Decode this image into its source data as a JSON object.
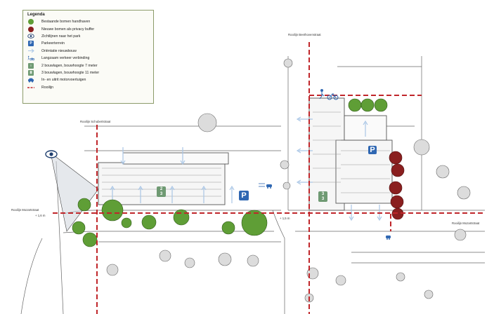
{
  "legend": {
    "title": "Legenda",
    "items": [
      {
        "icon": "existing-tree-icon",
        "label": "Bestaande bomen handhaven",
        "color": "#5f9e36"
      },
      {
        "icon": "new-tree-icon",
        "label": "Nieuwe bomen als privacy buffer",
        "color": "#8a1f1f"
      },
      {
        "icon": "eye-icon",
        "label": "Zichtlijnen naar het park",
        "color": "#2f67b2"
      },
      {
        "icon": "parking-icon",
        "label": "Parkeerterrein",
        "color": "#2f67b2",
        "glyph": "P"
      },
      {
        "icon": "arrow-icon",
        "label": "Oriëntatie nieuwbouw",
        "color": "#a9c6e6"
      },
      {
        "icon": "cyclist-pedestrian-icon",
        "label": "Langzaam verkeer verbinding",
        "color": "#2f67b2"
      },
      {
        "icon": "two-floors-icon",
        "label": "2 bouwlagen, bouwhoogte 7 meter",
        "color": "#6f9a73"
      },
      {
        "icon": "three-floors-icon",
        "label": "3 bouwlagen, bouwhoogte 11 meter",
        "color": "#6f9a73"
      },
      {
        "icon": "car-icon",
        "label": "In- en uitrit motorvoertuigen",
        "color": "#2f67b2"
      },
      {
        "icon": "building-line-icon",
        "label": "Rooilijn",
        "color": "#c0262a"
      }
    ]
  },
  "map_labels": {
    "rooilijn_schubertstraat": "Rooilijn Schubertstraat",
    "rooilijn_beethovenstraat": "Rooilijn Beethovenstraat",
    "rooilijn_mozartstraat_left": "Rooilijn Mozartstraat",
    "offset_left": "+ 1,6 m",
    "rooilijn_mozartstraat_right": "Rooilijn Mozartstraat",
    "offset_mid": "+ 1,5 m"
  },
  "tags": {
    "parking_left": "P",
    "parking_right": "P",
    "floors_left_top": "2",
    "floors_left_bottom": "3",
    "floors_right_top": "3",
    "floors_right_bottom": "3"
  },
  "colors": {
    "building_line": "#c0262a",
    "existing_tree": "#5f9e36",
    "new_tree": "#8a1f1f",
    "sketch": "#555555",
    "arrow": "#a9c6e6",
    "parking": "#2f67b2"
  }
}
